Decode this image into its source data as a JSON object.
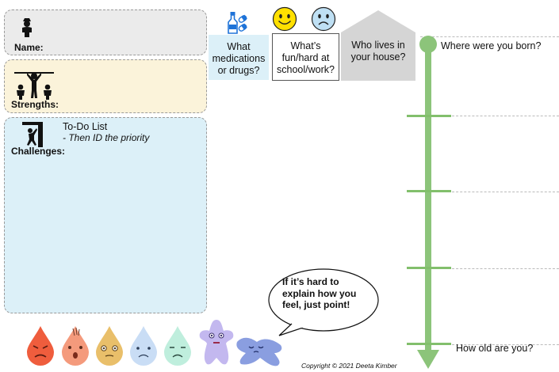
{
  "name_box": {
    "label": "Name:"
  },
  "strengths_box": {
    "label": "Strengths:"
  },
  "challenges_box": {
    "label": "Challenges:",
    "todo_title": "To-Do List",
    "todo_sub": "- Then ID the priority"
  },
  "questions": {
    "medications": "What medications or drugs?",
    "school": "What’s fun/hard at school/work?",
    "house": "Who lives in your house?"
  },
  "timeline": {
    "top_label": "Where were you born?",
    "bottom_label": "How old are you?"
  },
  "bubble": {
    "text": "If it’s hard to explain how you feel, just point!"
  },
  "copyright": "Copyright © 2021 Deeta Kimber",
  "colors": {
    "name_bg": "#ebebeb",
    "strengths_bg": "#fbf3da",
    "challenges_bg": "#dcf0f8",
    "med_bg": "#dcf0f8",
    "house_bg": "#d5d5d5",
    "timeline": "#8cc47a",
    "smiley": "#ffe000",
    "sad": "#bfe0f4"
  },
  "feelings": [
    "angry",
    "shocked",
    "worried",
    "sad",
    "upset",
    "stressed",
    "exhausted"
  ]
}
